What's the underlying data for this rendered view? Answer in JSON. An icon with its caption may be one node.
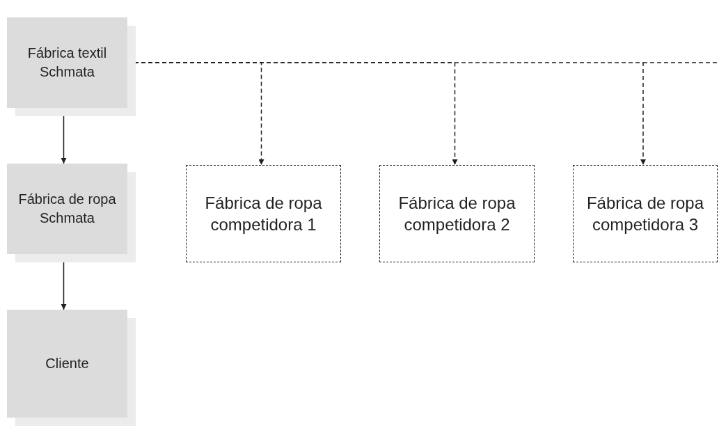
{
  "diagram": {
    "nodes": [
      {
        "text": [
          "Fábrica textil Schmata"
        ]
      },
      {
        "text": [
          "Fábrica de ropa Schmata"
        ]
      },
      {
        "text": [
          "Cliente"
        ]
      },
      {
        "text": [
          "Fábrica de ropa competidora 1"
        ]
      },
      {
        "text": [
          "Fábrica de ropa competidora 2"
        ]
      },
      {
        "text": [
          "Fábrica de ropa competidora 3"
        ]
      }
    ],
    "edges": [
      {
        "from": 0,
        "to": 1,
        "arrow": "to"
      },
      {
        "from": 1,
        "to": 2,
        "arrow": "to"
      },
      {
        "from": 0,
        "to": 3,
        "arrow": "to",
        "style": "dashed"
      },
      {
        "from": 0,
        "to": 4,
        "arrow": "to",
        "style": "dashed"
      },
      {
        "from": 0,
        "to": 5,
        "arrow": "to",
        "style": "dashed"
      }
    ]
  }
}
